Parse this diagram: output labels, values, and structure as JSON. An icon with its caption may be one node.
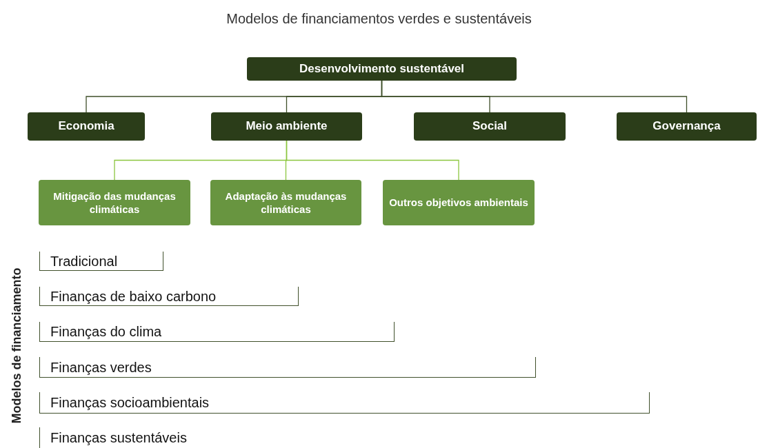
{
  "diagram": {
    "title": "Modelos de financiamentos verdes e sustentáveis",
    "nodes": [
      {
        "text": [
          "Desenvolvimento sustentável"
        ]
      },
      {
        "text": [
          "Economia"
        ]
      },
      {
        "text": [
          "Meio ambiente"
        ]
      },
      {
        "text": [
          "Social"
        ]
      },
      {
        "text": [
          "Governança"
        ]
      },
      {
        "text": [
          "Mitigação das mudanças climáticas"
        ]
      },
      {
        "text": [
          "Adaptação às mudanças climáticas"
        ]
      },
      {
        "text": [
          "Outros objetivos ambientais"
        ]
      },
      {
        "text": [
          "Tradicional"
        ]
      },
      {
        "text": [
          "Finanças de baixo carbono"
        ]
      },
      {
        "text": [
          "Finanças do clima"
        ]
      },
      {
        "text": [
          "Finanças verdes"
        ]
      },
      {
        "text": [
          "Finanças socioambientais"
        ]
      },
      {
        "text": [
          "Finanças sustentáveis"
        ]
      }
    ],
    "edges": [
      {
        "from": 0,
        "to": 1,
        "arrow": "none"
      },
      {
        "from": 0,
        "to": 2,
        "arrow": "none"
      },
      {
        "from": 0,
        "to": 3,
        "arrow": "none"
      },
      {
        "from": 0,
        "to": 4,
        "arrow": "none"
      },
      {
        "from": 2,
        "to": 5,
        "arrow": "none",
        "color": "#8cc63f"
      },
      {
        "from": 2,
        "to": 6,
        "arrow": "none",
        "color": "#8cc63f"
      },
      {
        "from": 2,
        "to": 7,
        "arrow": "none",
        "color": "#8cc63f"
      }
    ],
    "labels": [
      "Modelos de financiamento"
    ]
  }
}
